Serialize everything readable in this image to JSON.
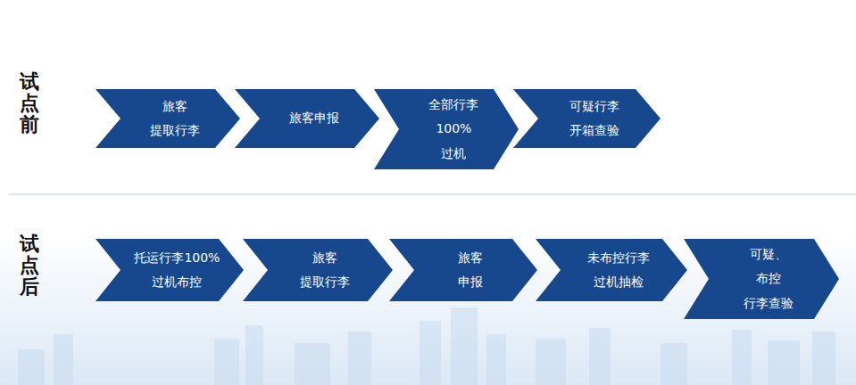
{
  "diagram": {
    "nodes": [
      {
        "text": [
          "旅客 提取行李"
        ]
      },
      {
        "text": [
          "旅客申报"
        ]
      },
      {
        "text": [
          "全部行李 100%过机"
        ]
      },
      {
        "text": [
          "可疑行李 开箱查验"
        ]
      },
      {
        "text": [
          "托运行李100% 过机布控"
        ]
      },
      {
        "text": [
          "旅客 提取行李"
        ]
      },
      {
        "text": [
          "旅客 申报"
        ]
      },
      {
        "text": [
          "未布控行李 过机抽检"
        ]
      },
      {
        "text": [
          "可疑、布控 行李查验"
        ]
      }
    ],
    "labels": [
      "试点前",
      "试点后"
    ]
  }
}
